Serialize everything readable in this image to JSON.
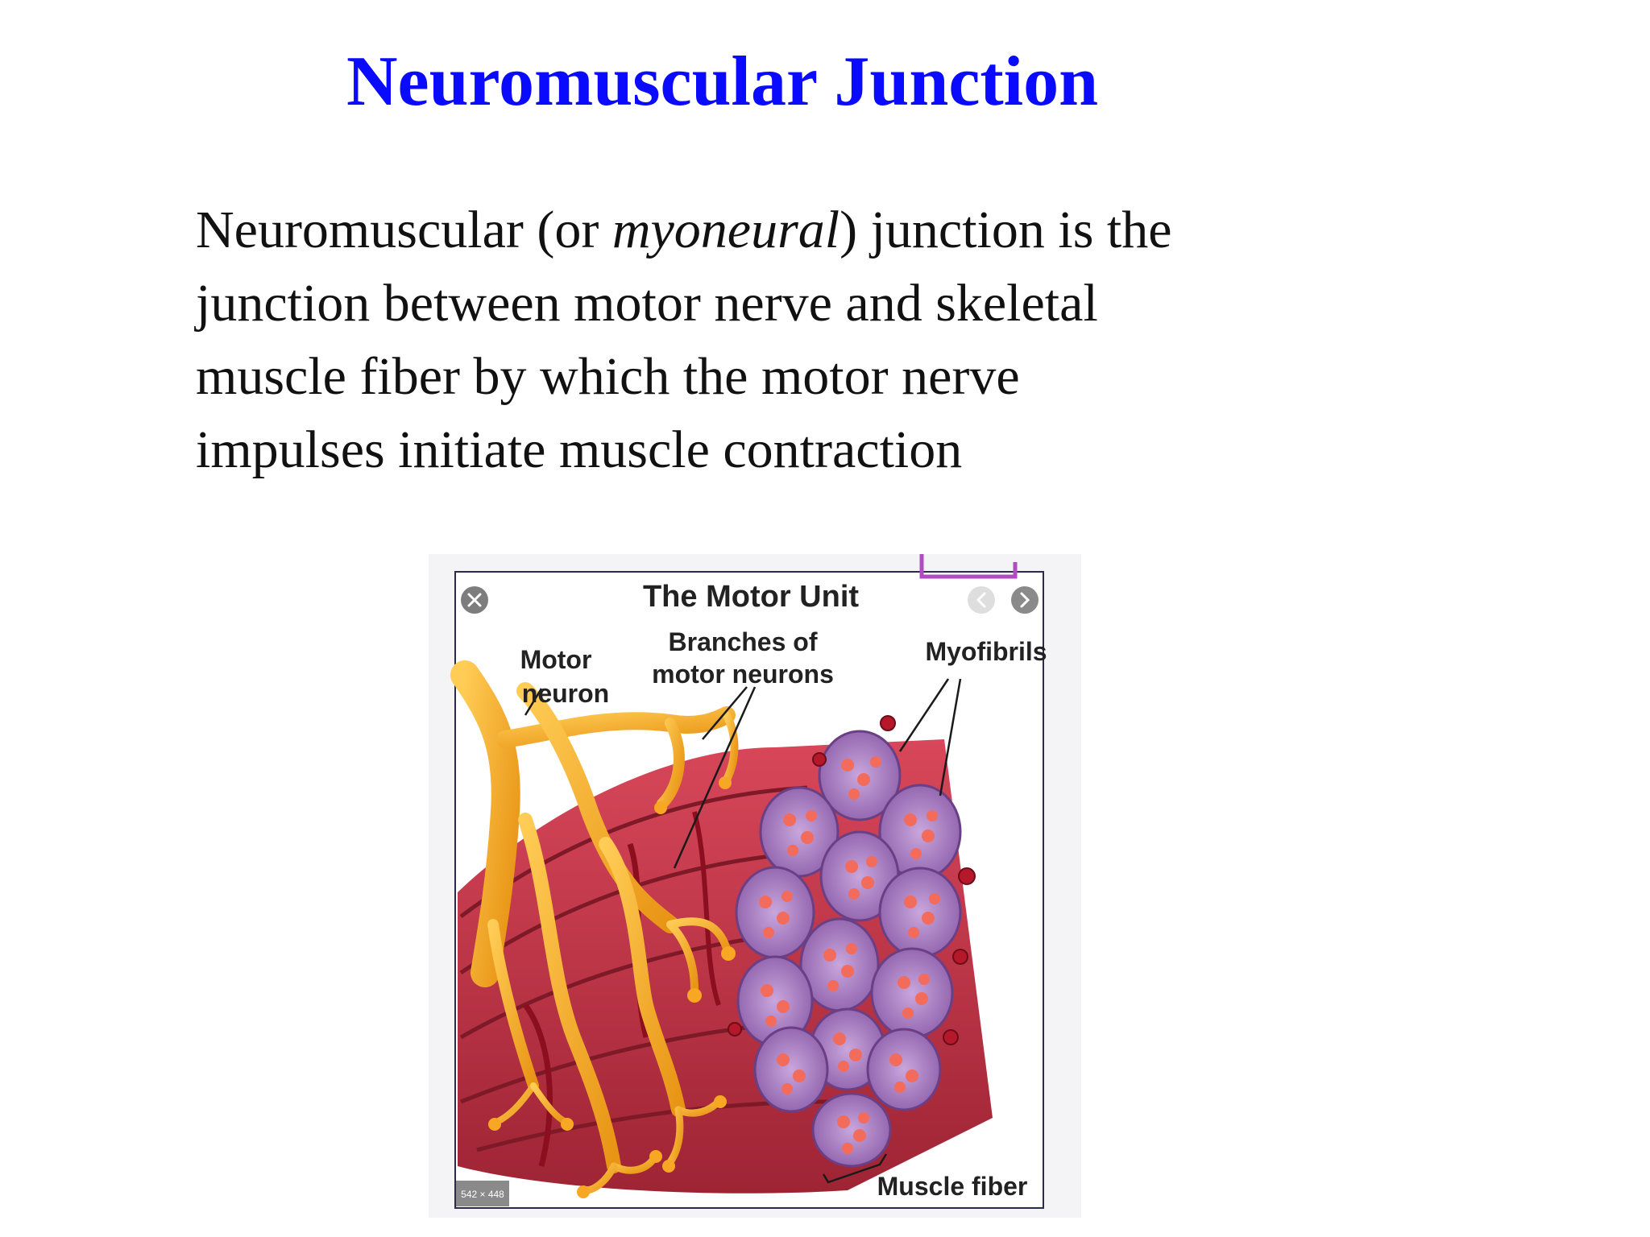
{
  "slide": {
    "title": "Neuromuscular Junction",
    "body": {
      "line1_pre": "Neuromuscular (or ",
      "line1_em": "myoneural",
      "line1_post": ") junction is the",
      "line2": "junction between motor nerve and skeletal",
      "line3": "muscle fiber by which the motor nerve",
      "line4": "impulses initiate muscle contraction"
    }
  },
  "figure": {
    "title": "The Motor Unit",
    "labels": {
      "motor_neuron_1": "Motor",
      "motor_neuron_2": "neuron",
      "branches_1": "Branches of",
      "branches_2": "motor neurons",
      "myofibrils": "Myofibrils",
      "muscle_fiber": "Muscle fiber"
    },
    "size_badge": "542 × 448",
    "icons": [
      "close-icon",
      "chevron-left-icon",
      "chevron-right-icon"
    ],
    "colors": {
      "nerve": "#f5a623",
      "muscle": "#c0394a",
      "fascicle": "#9b6fb8",
      "myofibril": "#f06a5a"
    }
  }
}
